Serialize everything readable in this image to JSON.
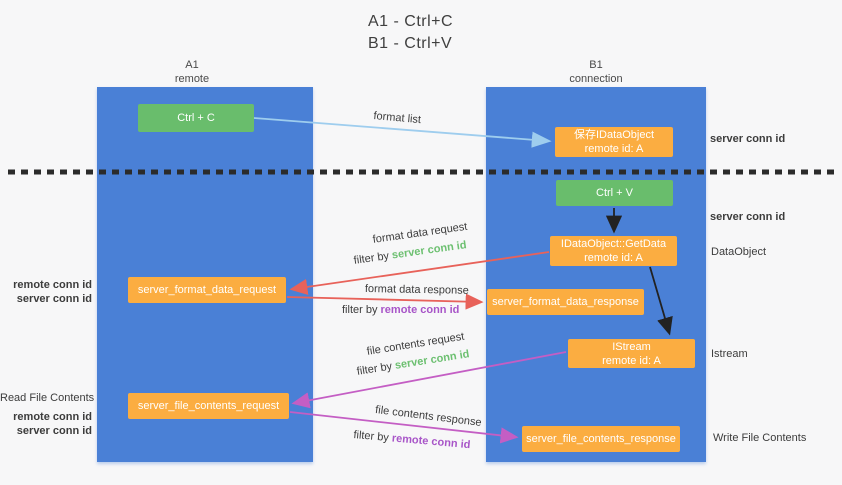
{
  "title": {
    "line1": "A1 - Ctrl+C",
    "line2": "B1 - Ctrl+V"
  },
  "columns": {
    "left": {
      "name": "A1",
      "subtitle": "remote"
    },
    "right": {
      "name": "B1",
      "subtitle": "connection"
    }
  },
  "nodes": {
    "ctrl_c": {
      "label": "Ctrl + C"
    },
    "save_dataobject": {
      "line1": "保存IDataObject",
      "line2": "remote id: A"
    },
    "ctrl_v": {
      "label": "Ctrl + V"
    },
    "getdata": {
      "line1": "IDataObject::GetData",
      "line2": "remote id: A"
    },
    "format_request": {
      "label": "server_format_data_request"
    },
    "format_response": {
      "label": "server_format_data_response"
    },
    "istream": {
      "line1": "IStream",
      "line2": "remote id: A"
    },
    "file_request": {
      "label": "server_file_contents_request"
    },
    "file_response": {
      "label": "server_file_contents_response"
    }
  },
  "edges": {
    "format_list": "format list",
    "format_data_request": "format data request",
    "format_data_response": "format data response",
    "file_contents_request": "file contents request",
    "file_contents_response": "file contents response",
    "filter_by": "filter by ",
    "server_conn_id": "server conn id",
    "remote_conn_id": "remote conn id"
  },
  "side_labels": {
    "server_conn_id_top": "server conn id",
    "server_conn_id_mid": "server conn id",
    "dataobject": "DataObject",
    "istream": "Istream",
    "write_file_contents": "Write File Contents",
    "read_file_contents": "Read File Contents",
    "remote_conn_id_left1": "remote conn id",
    "server_conn_id_left1": "server conn id",
    "remote_conn_id_left2": "remote conn id",
    "server_conn_id_left2": "server conn id"
  },
  "colors": {
    "column_blue": "#4a80d6",
    "node_green": "#69bd6c",
    "node_orange": "#fbad41",
    "arrow_lightblue": "#9ecdee",
    "arrow_red": "#e8625a",
    "arrow_magenta": "#c45ec4",
    "arrow_black": "#222222",
    "text_green": "#6dc071",
    "text_purple": "#a855c8"
  }
}
